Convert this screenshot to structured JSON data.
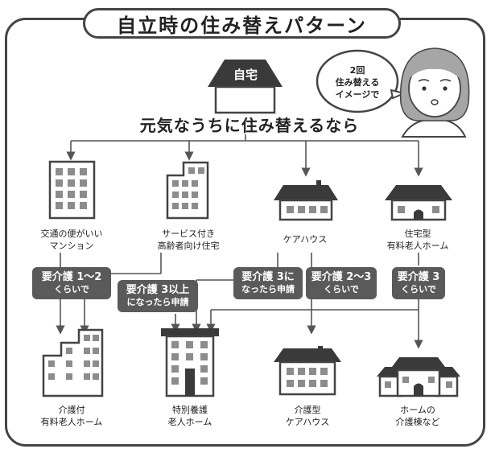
{
  "title": "自立時の住み替えパターン",
  "home_label": "自宅",
  "subtitle": "元気なうちに住み替えるなら",
  "speech_bubble": {
    "line1": "2回",
    "line2": "住み替える",
    "line3": "イメージで"
  },
  "top_row": {
    "mansion": {
      "line1": "交通の便がいい",
      "line2": "マンション"
    },
    "service_housing": {
      "line1": "サービス付き",
      "line2": "高齢者向け住宅"
    },
    "care_house": {
      "line1": "ケアハウス",
      "line2": ""
    },
    "residential_home": {
      "line1": "住宅型",
      "line2": "有料老人ホーム"
    }
  },
  "badges": {
    "care12": {
      "line1": "要介護 1〜2",
      "line2": "くらいで"
    },
    "care3_above": {
      "line1": "要介護 3以上",
      "line2": "になったら申請"
    },
    "care3_apply": {
      "line1": "要介護 3に",
      "line2": "なったら申請"
    },
    "care23": {
      "line1": "要介護 2〜3",
      "line2": "くらいで"
    },
    "care3": {
      "line1": "要介護 3",
      "line2": "くらいで"
    }
  },
  "bottom_row": {
    "nursing_home": {
      "line1": "介護付",
      "line2": "有料老人ホーム"
    },
    "special_nursing": {
      "line1": "特別養護",
      "line2": "老人ホーム"
    },
    "care_type_house": {
      "line1": "介護型",
      "line2": "ケアハウス"
    },
    "care_ward": {
      "line1": "ホームの",
      "line2": "介護棟など"
    }
  },
  "colors": {
    "outline": "#444444",
    "building_fill": "#ffffff",
    "roof": "#3a3a3a",
    "window": "#8c8c8c",
    "badge": "#5a5a5a",
    "line": "#555555"
  }
}
